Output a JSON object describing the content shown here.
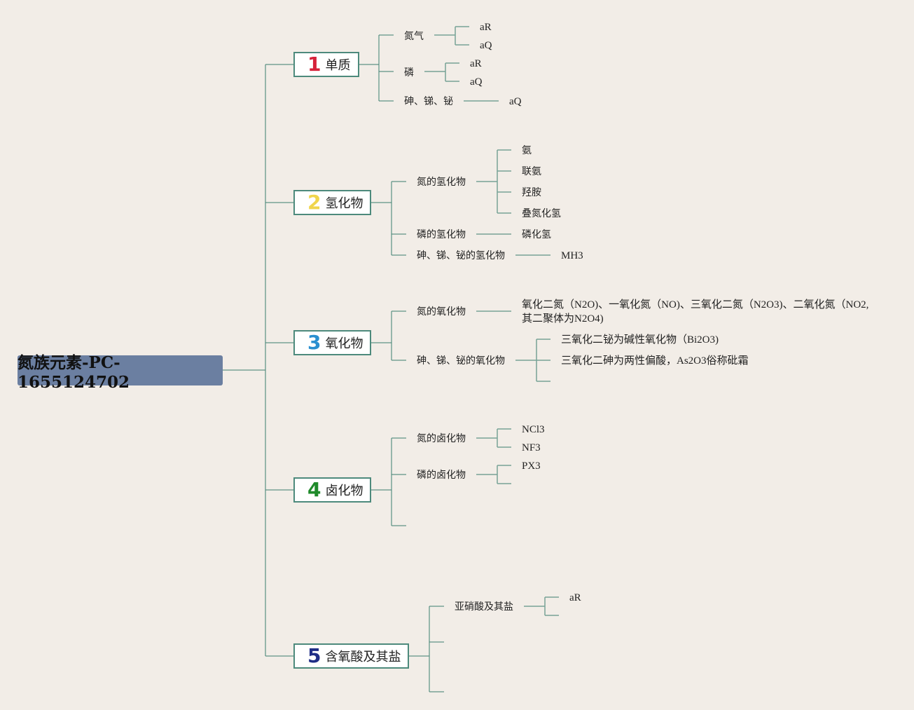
{
  "root": {
    "title": "氮族元素-PC-1655124702"
  },
  "branches": [
    {
      "num": "1",
      "label": "单质",
      "num_color": "#d6233b"
    },
    {
      "num": "2",
      "label": "氢化物",
      "num_color": "#f0d54c"
    },
    {
      "num": "3",
      "label": "氧化物",
      "num_color": "#2a8fd0"
    },
    {
      "num": "4",
      "label": "卤化物",
      "num_color": "#1f8a2a"
    },
    {
      "num": "5",
      "label": "含氧酸及其盐",
      "num_color": "#1f2d86"
    }
  ],
  "b1": {
    "n1": "氮气",
    "n1_c1": "aR",
    "n1_c2": "aQ",
    "n2": "磷",
    "n2_c1": "aR",
    "n2_c2": "aQ",
    "n3": "砷、锑、铋",
    "n3_c1": "aQ"
  },
  "b2": {
    "n1": "氮的氢化物",
    "n1_c1": "氨",
    "n1_c2": "联氨",
    "n1_c3": "羟胺",
    "n1_c4": "叠氮化氢",
    "n2": "磷的氢化物",
    "n2_c1": "磷化氢",
    "n3": "砷、锑、铋的氢化物",
    "n3_c1": "MH3"
  },
  "b3": {
    "n1": "氮的氧化物",
    "n1_c1": "氧化二氮（N2O)、一氧化氮（NO)、三氧化二氮（N2O3)、二氧化氮（NO2,其二聚体为N2O4)",
    "n2": "砷、锑、铋的氧化物",
    "n2_c1": "三氧化二铋为碱性氧化物（Bi2O3)",
    "n2_c2": "三氧化二砷为两性偏酸，As2O3俗称砒霜"
  },
  "b4": {
    "n1": "氮的卤化物",
    "n1_c1": "NCl3",
    "n1_c2": "NF3",
    "n2": "磷的卤化物",
    "n2_c1": "PX3"
  },
  "b5": {
    "n1": "亚硝酸及其盐",
    "n1_c1": "aR"
  },
  "colors": {
    "line": "#4d8a7c",
    "root_bg": "#6b7fa1",
    "background": "#f2ede7"
  }
}
